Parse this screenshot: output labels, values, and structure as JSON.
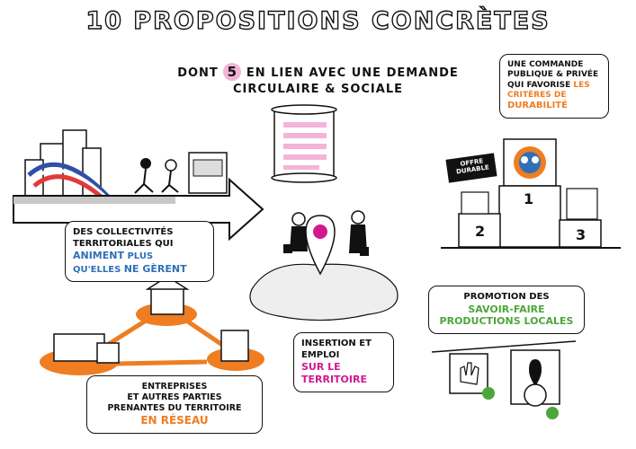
{
  "title": "10 propositions concrètes",
  "subtitle": {
    "prefix": "dont",
    "number": "5",
    "suffix": "en lien avec une demande",
    "line2_a": "circulaire",
    "line2_amp": "&",
    "line2_b": "sociale"
  },
  "bubble_collectivites": {
    "line1": "des collectivités",
    "line2_a": "territoriales",
    "line2_b": "qui",
    "line3_a": "animent",
    "line3_b": "plus",
    "line4_a": "qu'elles",
    "line4_b": "ne gèrent"
  },
  "bubble_reseau": {
    "line1": "entreprises",
    "line2": "et autres parties",
    "line3": "prenantes du territoire",
    "line4": "en réseau"
  },
  "bubble_insertion": {
    "line1": "insertion et",
    "line2": "emploi",
    "line3": "sur le",
    "line4": "territoire"
  },
  "bubble_commande": {
    "line1": "une commande",
    "line2": "publique & privée",
    "line3_a": "qui favorise",
    "line3_b": "les",
    "line4": "critères de",
    "line5": "durabilité"
  },
  "bubble_promotion": {
    "line1": "promotion des",
    "line2": "savoir-faire",
    "line3": "productions locales"
  },
  "podium": {
    "sign": "offre durable",
    "places": [
      "1",
      "2",
      "3"
    ]
  },
  "colors": {
    "pink": "#d1188f",
    "blue": "#2f6fb7",
    "orange": "#ef7d22",
    "green": "#4da63a",
    "flag_blue": "#2f4fa8",
    "flag_red": "#e23a3a"
  }
}
